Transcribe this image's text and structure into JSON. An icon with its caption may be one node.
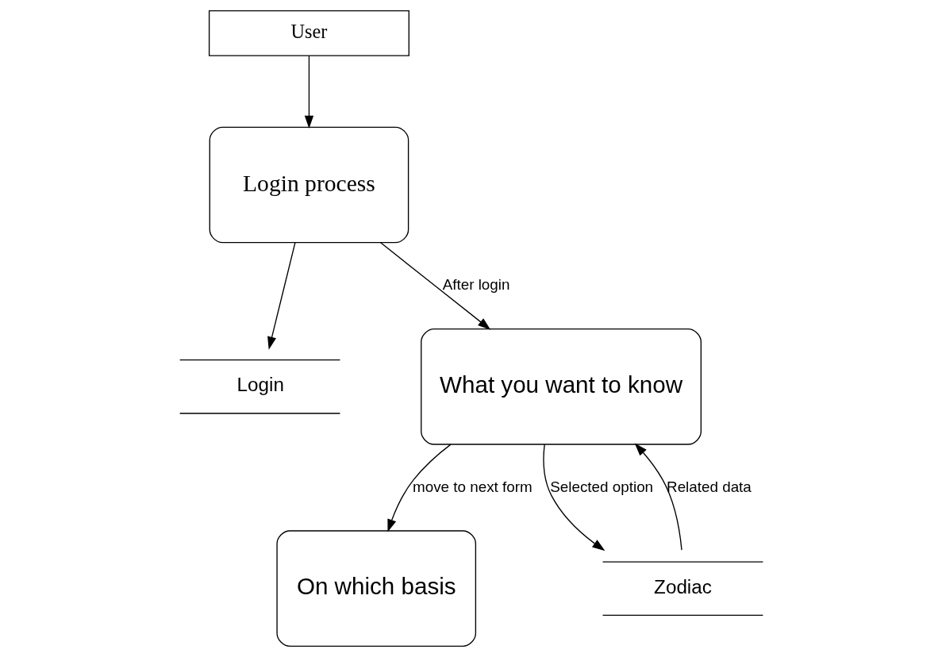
{
  "diagram": {
    "nodes": [
      {
        "text": [
          "User"
        ]
      },
      {
        "text": [
          "Login process"
        ]
      },
      {
        "text": [
          "Login"
        ]
      },
      {
        "text": [
          "What you want to know"
        ]
      },
      {
        "text": [
          "On which basis"
        ]
      },
      {
        "text": [
          "Zodiac"
        ]
      }
    ],
    "edges": [
      {
        "from": 0,
        "to": 1,
        "arrow": "to"
      },
      {
        "from": 1,
        "to": 2,
        "arrow": "to"
      },
      {
        "from": 1,
        "to": 3,
        "arrow": "to",
        "label": "After login"
      },
      {
        "from": 3,
        "to": 4,
        "arrow": "to",
        "label": "move to next form"
      },
      {
        "from": 3,
        "to": 5,
        "arrow": "to",
        "label": "Selected option"
      },
      {
        "from": 5,
        "to": 3,
        "arrow": "to",
        "label": "Related data"
      }
    ]
  }
}
